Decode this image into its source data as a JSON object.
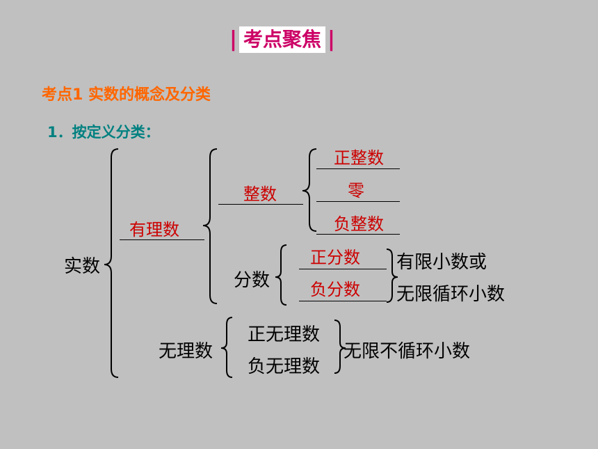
{
  "title": "考点聚焦",
  "title_bar_char": "|",
  "section_heading": "考点1  实数的概念及分类",
  "sub_heading": "1．按定义分类：",
  "tree": {
    "root": "实数",
    "rational": "有理数",
    "integer": "整数",
    "pos_integer": "正整数",
    "zero": "零",
    "neg_integer": "负整数",
    "fraction": "分数",
    "pos_fraction": "正分数",
    "neg_fraction": "负分数",
    "fraction_note_1": "有限小数或",
    "fraction_note_2": "无限循环小数",
    "irrational": "无理数",
    "pos_irrational": "正无理数",
    "neg_irrational": "负无理数",
    "irrational_note": "无限不循环小数"
  },
  "colors": {
    "background": "#c0c0c0",
    "title": "#cc0066",
    "section": "#ff6600",
    "sub": "#008080",
    "answer": "#cc0000"
  }
}
